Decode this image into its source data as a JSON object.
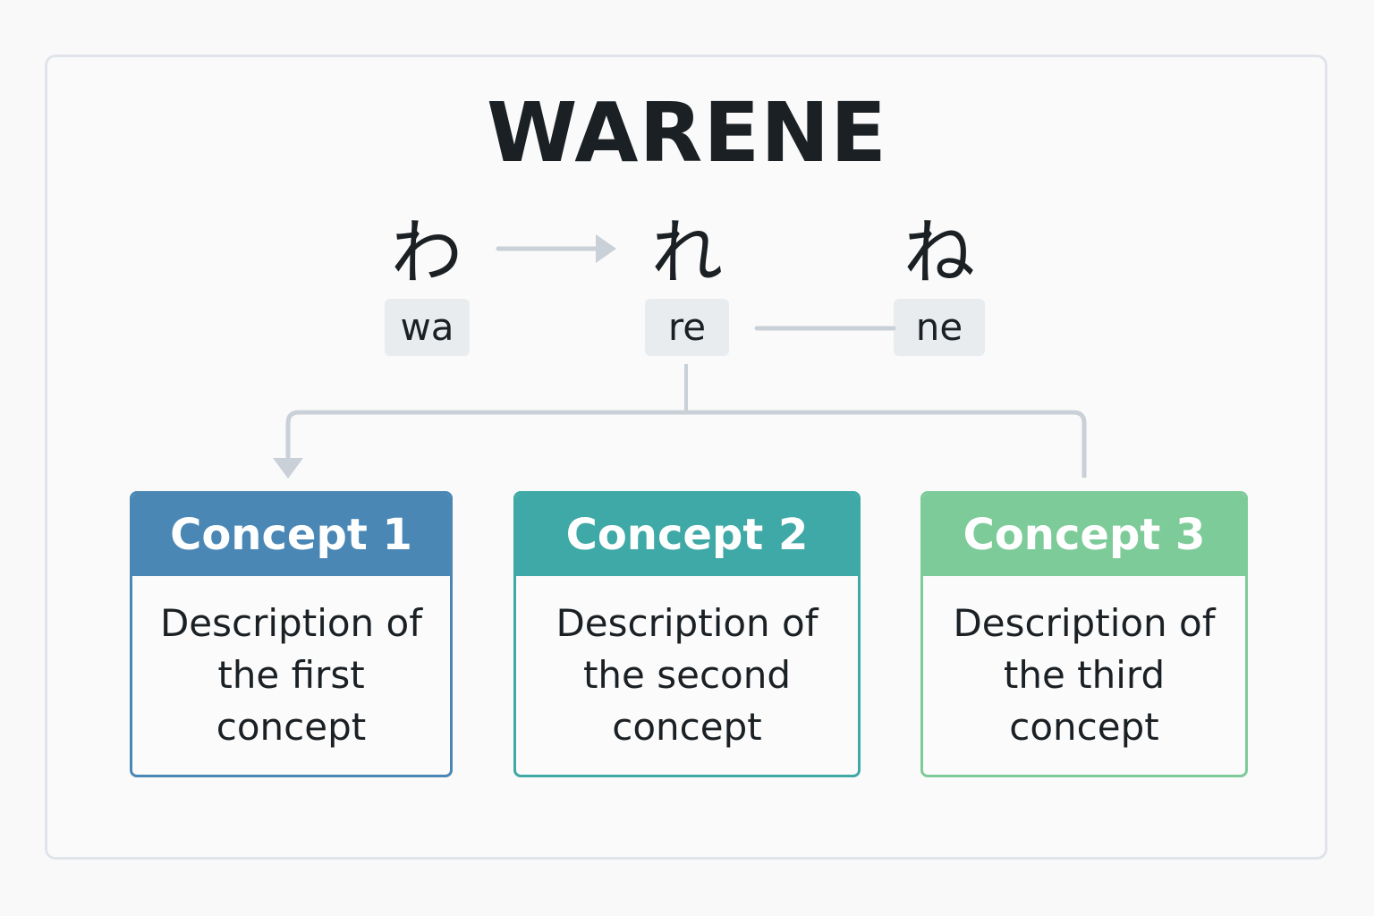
{
  "title": "WARENE",
  "kana": [
    {
      "char": "わ",
      "romaji": "wa"
    },
    {
      "char": "れ",
      "romaji": "re"
    },
    {
      "char": "ね",
      "romaji": "ne"
    }
  ],
  "connector_color": "#c9d0d7",
  "concepts": [
    {
      "title": "Concept 1",
      "lines": [
        "Description of",
        "the first",
        "concept"
      ],
      "color": "#4a87b5"
    },
    {
      "title": "Concept 2",
      "lines": [
        "Description of",
        "the second",
        "concept"
      ],
      "color": "#3ea9a6"
    },
    {
      "title": "Concept 3",
      "lines": [
        "Description of",
        "the third",
        "concept"
      ],
      "color": "#7ecb9a"
    }
  ]
}
